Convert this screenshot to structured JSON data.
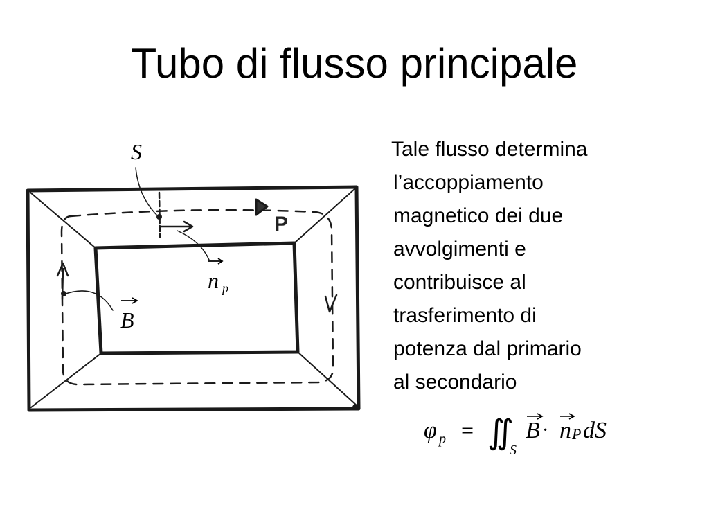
{
  "slide": {
    "title": "Tubo di flusso principale",
    "body_lines": [
      "Tale flusso determina",
      "l’accoppiamento",
      "magnetico dei due",
      "avvolgimenti e",
      "contribuisce al",
      "trasferimento di",
      "potenza dal primario",
      "al secondario"
    ]
  },
  "figure": {
    "label_surface": "S",
    "label_normal": "n",
    "label_normal_subscript": "p",
    "label_field": "B",
    "label_primary": "P"
  },
  "formula": {
    "phi": "φ",
    "phi_subscript": "p",
    "equals": "=",
    "integral": "∬",
    "integral_subscript": "S",
    "field": "B",
    "dot": "·",
    "normal": "n",
    "normal_subscript": "P",
    "differential": "dS"
  }
}
